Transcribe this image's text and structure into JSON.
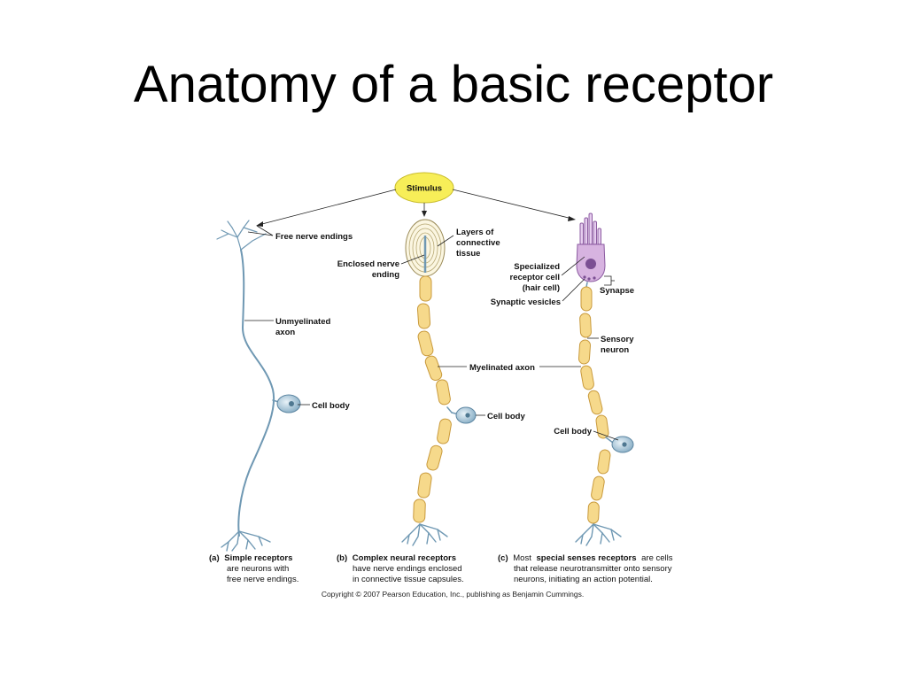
{
  "title": "Anatomy of a basic receptor",
  "diagram": {
    "stimulus": "Stimulus",
    "labels": {
      "free_nerve_endings": "Free nerve endings",
      "unmyelinated_axon": [
        "Unmyelinated",
        "axon"
      ],
      "cell_body_a": "Cell body",
      "layers_connective": [
        "Layers of",
        "connective",
        "tissue"
      ],
      "enclosed_nerve_ending": [
        "Enclosed nerve",
        "ending"
      ],
      "myelinated_axon": "Myelinated axon",
      "cell_body_b": "Cell body",
      "specialized_receptor": [
        "Specialized",
        "receptor cell",
        "(hair cell)"
      ],
      "synapse": "Synapse",
      "synaptic_vesicles": "Synaptic vesicles",
      "sensory_neuron": [
        "Sensory",
        "neuron"
      ],
      "cell_body_c": "Cell body"
    },
    "captions": {
      "a": {
        "letter": "(a)",
        "bold": "Simple receptors",
        "lines": [
          "are neurons with",
          "free nerve endings."
        ]
      },
      "b": {
        "letter": "(b)",
        "bold": "Complex neural receptors",
        "lines": [
          "have nerve endings enclosed",
          "in connective tissue capsules."
        ]
      },
      "c": {
        "letter": "(c)",
        "pre": "Most",
        "bold": "special senses receptors",
        "post": "are cells",
        "lines": [
          "that release neurotransmitter onto sensory",
          "neurons, initiating an action potential."
        ]
      }
    },
    "copyright": "Copyright © 2007 Pearson Education, Inc., publishing as Benjamin Cummings."
  },
  "colors": {
    "nerve": "#6f98b3",
    "myelin": "#f6d98b",
    "stimulus": "#f7ee58",
    "hair_cell": "#d7b3e0"
  }
}
